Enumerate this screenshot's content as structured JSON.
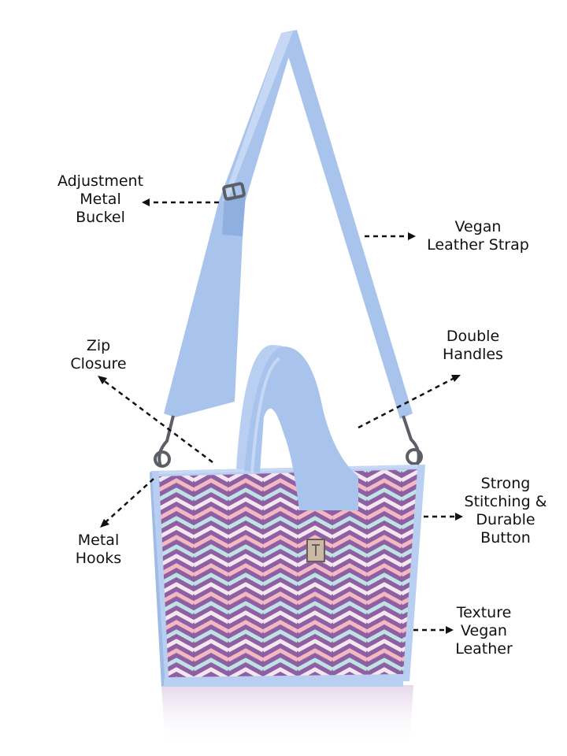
{
  "labels": {
    "adjustment": "Adjustment\nMetal\nBuckel",
    "strap": "Vegan\nLeather Strap",
    "zip": "Zip\nClosure",
    "handles": "Double\nHandles",
    "hooks": "Metal\nHooks",
    "stitching": "Strong\nStitching &\nDurable\nButton",
    "texture": "Texture\nVegan\nLeather"
  },
  "colors": {
    "strap": "#a9c4ec",
    "strap_dark": "#8fafe0",
    "trim": "#b8cff2",
    "chevron_a": "#8e5fa2",
    "chevron_b": "#f2b9c3",
    "chevron_c": "#bfe2e4",
    "chevron_d": "#f5e7ef",
    "arrow": "#111111",
    "hardware": "#5c5f66"
  }
}
